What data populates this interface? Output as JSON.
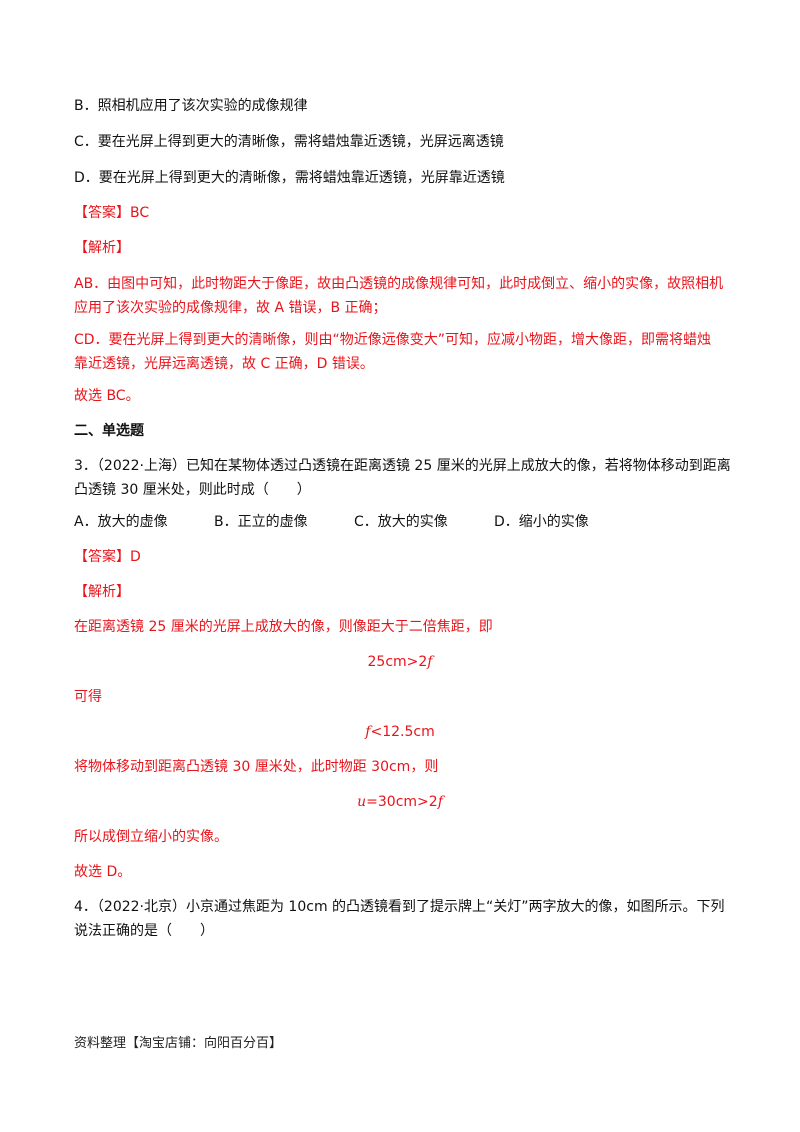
{
  "q2_options": {
    "B": "B．照相机应用了该次实验的成像规律",
    "C": "C．要在光屏上得到更大的清晰像，需将蜡烛靠近透镜，光屏远离透镜",
    "D": "D．要在光屏上得到更大的清晰像，需将蜡烛靠近透镜，光屏靠近透镜"
  },
  "q2_answer": "【答案】BC",
  "q2_analysis_label": "【解析】",
  "q2_analysis": {
    "ab_line1": "AB．由图中可知，此时物距大于像距，故由凸透镜的成像规律可知，此时成倒立、缩小的实像，故照相机",
    "ab_line2": "应用了该次实验的成像规律，故 A 错误，B 正确；",
    "cd_line1": "CD．要在光屏上得到更大的清晰像，则由“物近像远像变大”可知，应减小物距，增大像距，即需将蜡烛",
    "cd_line2": "靠近透镜，光屏远离透镜，故 C 正确，D 错误。",
    "conclusion": "故选 BC。"
  },
  "section_title": "二、单选题",
  "q3": {
    "stem_line1": "3．（2022·上海）已知在某物体透过凸透镜在距离透镜 25 厘米的光屏上成放大的像，若将物体移动到距离",
    "stem_line2": "凸透镜 30 厘米处，则此时成（　　）",
    "option_a": "A．放大的虚像",
    "option_b": "B．正立的虚像",
    "option_c": "C．放大的实像",
    "option_d": "D．缩小的实像",
    "answer": "【答案】D",
    "analysis_label": "【解析】",
    "analysis_line1": "在距离透镜 25 厘米的光屏上成放大的像，则像距大于二倍焦距，即",
    "formula1_prefix": "25cm>2",
    "formula1_var": "f",
    "then": "可得",
    "formula2_var": "f",
    "formula2_suffix": "<12.5cm",
    "analysis_line2": "将物体移动到距离凸透镜 30 厘米处，此时物距 30cm，则",
    "formula3_var": "u",
    "formula3_mid": "=30cm>2",
    "formula3_var2": "f",
    "analysis_line3": "所以成倒立缩小的实像。",
    "conclusion": "故选 D。"
  },
  "q4": {
    "stem_line1": "4．（2022·北京）小京通过焦距为 10cm 的凸透镜看到了提示牌上“关灯”两字放大的像，如图所示。下列",
    "stem_line2": "说法正确的是（　　）"
  },
  "footer": "资料整理【淘宝店铺：向阳百分百】"
}
